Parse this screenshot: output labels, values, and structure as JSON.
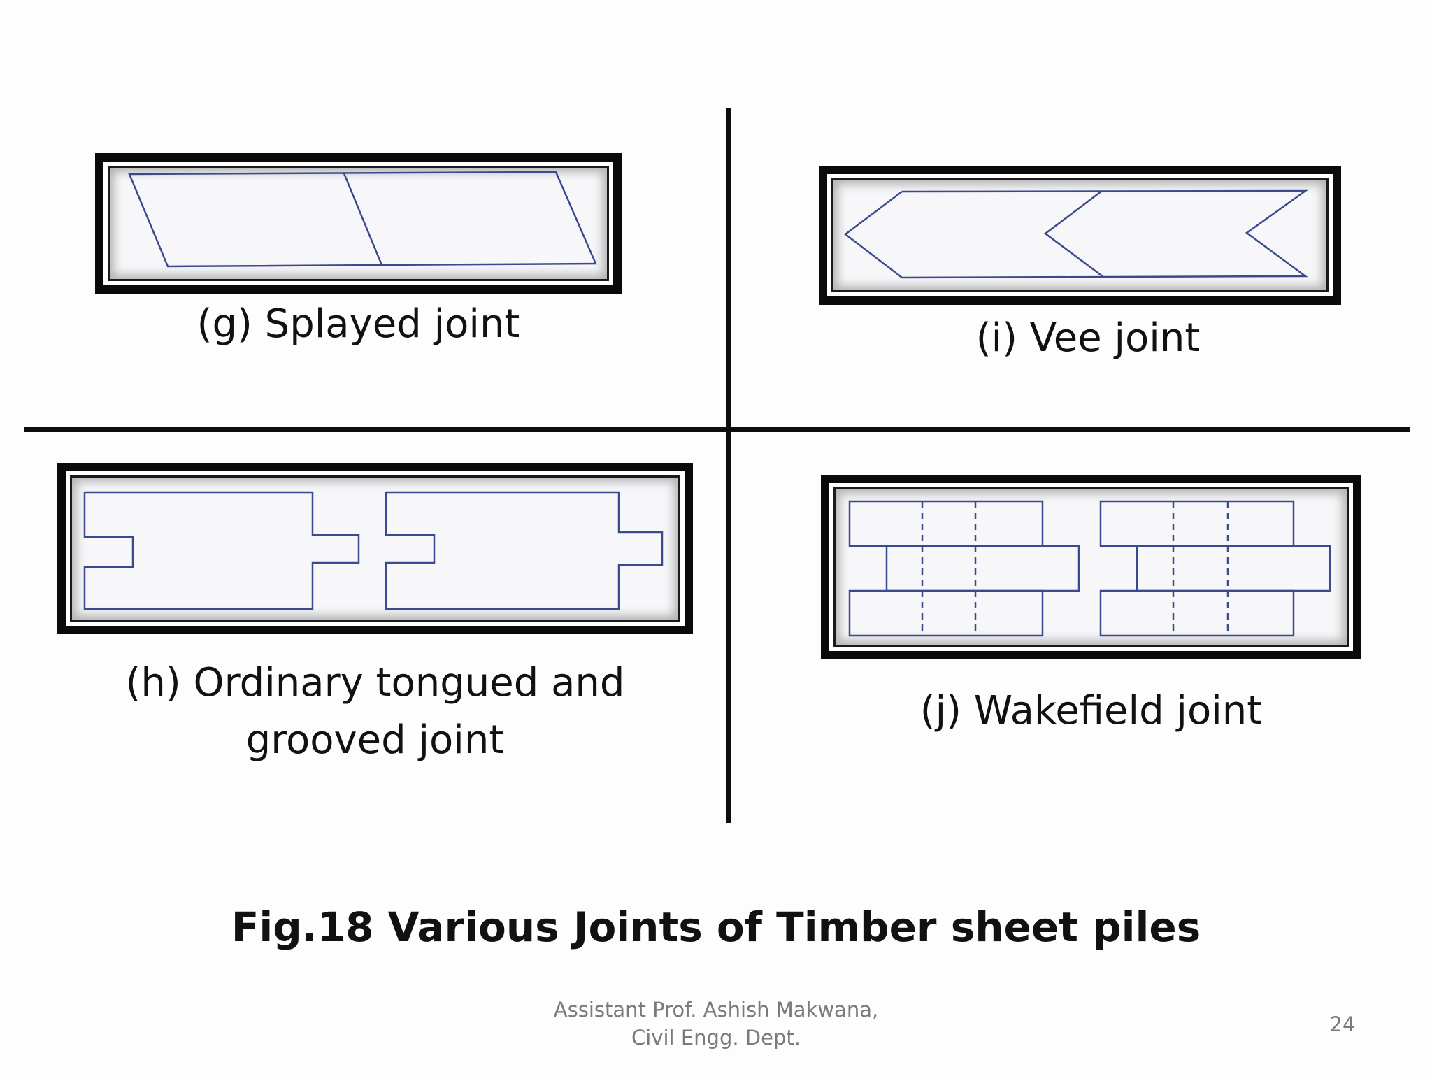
{
  "captions": {
    "g": "(g) Splayed  joint",
    "i": "(i) Vee joint",
    "h_line1": "(h) Ordinary tongued and",
    "h_line2": "grooved  joint",
    "j": "(j) Wakefield joint"
  },
  "figure_title": "Fig.18 Various Joints of Timber sheet piles",
  "footer": {
    "line1": "Assistant Prof. Ashish Makwana,",
    "line2": "Civil Engg. Dept."
  },
  "page_number": "24",
  "colors": {
    "drawing_line": "#3a4a8c",
    "frame": "#0a0a0a",
    "text": "#111111",
    "footer_text": "#7a7a7a"
  }
}
